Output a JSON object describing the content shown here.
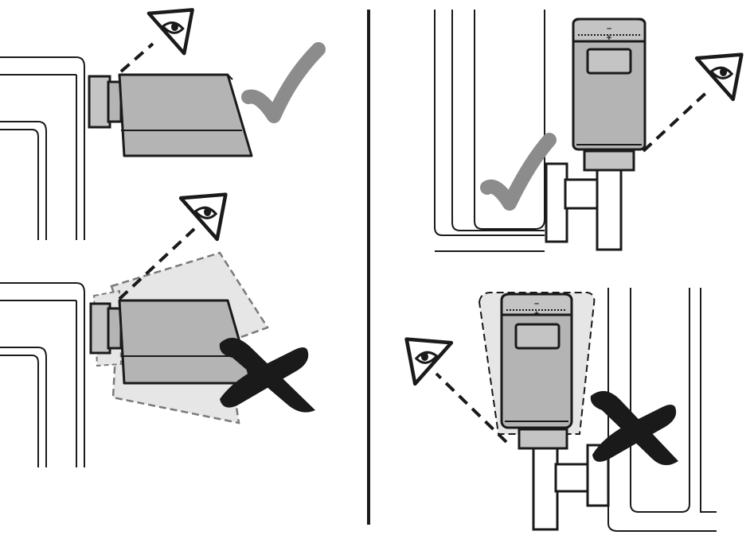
{
  "device_labels": {
    "minus": "–",
    "plus": "+"
  },
  "colors": {
    "outline": "#1a1a1a",
    "device_fill": "#b4b4b4",
    "device_face": "#c4c4c4",
    "ghost_fill": "#e6e6e6",
    "ghost_stroke": "#7a7a7a",
    "check_mark": "#8c8c8c",
    "cross_mark": "#1a1a1a",
    "background": "#ffffff"
  },
  "panels": [
    {
      "position": "top-left",
      "mounting": "horizontal",
      "result": "correct",
      "mark_icon": "check-icon"
    },
    {
      "position": "bottom-left",
      "mounting": "horizontal",
      "result": "incorrect",
      "mark_icon": "cross-icon"
    },
    {
      "position": "top-right",
      "mounting": "vertical",
      "result": "correct",
      "mark_icon": "check-icon"
    },
    {
      "position": "bottom-right",
      "mounting": "vertical",
      "result": "incorrect",
      "mark_icon": "cross-icon"
    }
  ]
}
